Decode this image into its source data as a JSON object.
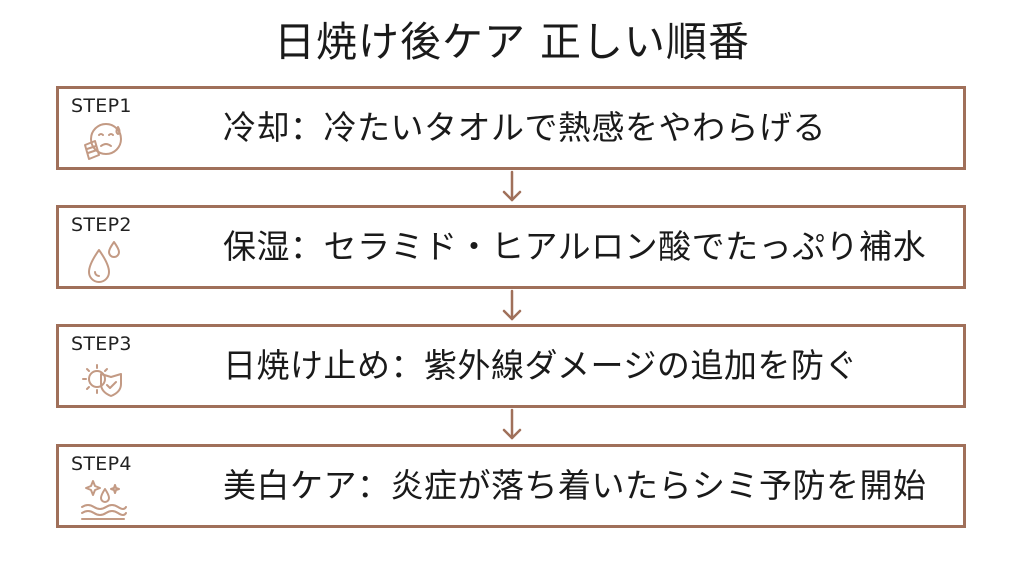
{
  "title": "日焼け後ケア 正しい順番",
  "accent_color": "#a0705a",
  "steps": [
    {
      "label": "STEP1",
      "text": "冷却：冷たいタオルで熱感をやわらげる",
      "icon": "cooling-face-icon"
    },
    {
      "label": "STEP2",
      "text": "保湿：セラミド・ヒアルロン酸でたっぷり補水",
      "icon": "water-drops-icon"
    },
    {
      "label": "STEP3",
      "text": "日焼け止め：紫外線ダメージの追加を防ぐ",
      "icon": "sun-shield-icon"
    },
    {
      "label": "STEP4",
      "text": "美白ケア：炎症が落ち着いたらシミ予防を開始",
      "icon": "sparkle-skin-icon"
    }
  ]
}
